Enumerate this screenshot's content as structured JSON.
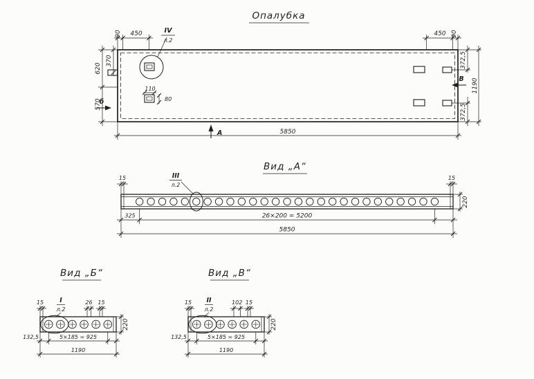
{
  "drawing_title": "Опалубка",
  "colors": {
    "ink": "#1f1f1f",
    "paper": "#fcfcfa"
  },
  "plan": {
    "dims": {
      "left_end": "90",
      "left_450": "450",
      "right_450": "450",
      "right_end": "90",
      "height_top": "620",
      "height_bottom": "570",
      "latch_top": "370",
      "clip_w": "110",
      "clip_h": "80",
      "right_latch_top": "372,5",
      "right_latch_bottom": "372,5",
      "total_height": "1190",
      "total_length": "5850"
    },
    "detail": {
      "mark": "IV",
      "sheet": "л.2"
    },
    "section_left": "б",
    "section_right": "В",
    "view_mark": "А"
  },
  "view_a": {
    "title": "Вид „А“",
    "detail": {
      "mark": "III",
      "sheet": "л.2"
    },
    "dims": {
      "end_left": "15",
      "end_right": "15",
      "first_hole": "325",
      "holes": "26×200 = 5200",
      "total": "5850",
      "height": "220"
    }
  },
  "view_b": {
    "title": "Вид „Б“",
    "detail": {
      "mark": "I",
      "sheet": "л.2"
    },
    "dims": {
      "end_left": "15",
      "hole": "26",
      "end_right": "15",
      "first_hole": "132,5",
      "holes": "5×185 = 925",
      "total": "1190",
      "height": "220"
    }
  },
  "view_v": {
    "title": "Вид „В“",
    "detail": {
      "mark": "II",
      "sheet": "л.2"
    },
    "dims": {
      "end_left": "15",
      "hole": "102",
      "end_right": "15",
      "first_hole": "132,5",
      "holes": "5×185 = 925",
      "total": "1190",
      "height": "220"
    }
  }
}
